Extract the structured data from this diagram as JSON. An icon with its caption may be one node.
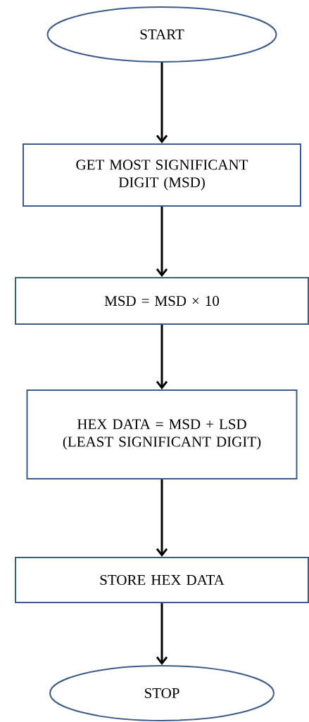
{
  "diagram": {
    "nodes": [
      {
        "text": [
          "START"
        ]
      },
      {
        "text": [
          "GET MOST SIGNIFICANT DIGIT (MSD)"
        ]
      },
      {
        "text": [
          "MSD = MSD × 10"
        ]
      },
      {
        "text": [
          "HEX DATA = MSD + LSD (LEAST SIGNIFICANT DIGIT)"
        ]
      },
      {
        "text": [
          "STORE HEX DATA"
        ]
      },
      {
        "text": [
          "STOP"
        ]
      }
    ],
    "edges": [
      {
        "from": 0,
        "to": 1,
        "arrow": "to"
      },
      {
        "from": 1,
        "to": 2,
        "arrow": "to"
      },
      {
        "from": 2,
        "to": 3,
        "arrow": "to"
      },
      {
        "from": 3,
        "to": 4,
        "arrow": "to"
      },
      {
        "from": 4,
        "to": 5,
        "arrow": "to"
      }
    ]
  }
}
